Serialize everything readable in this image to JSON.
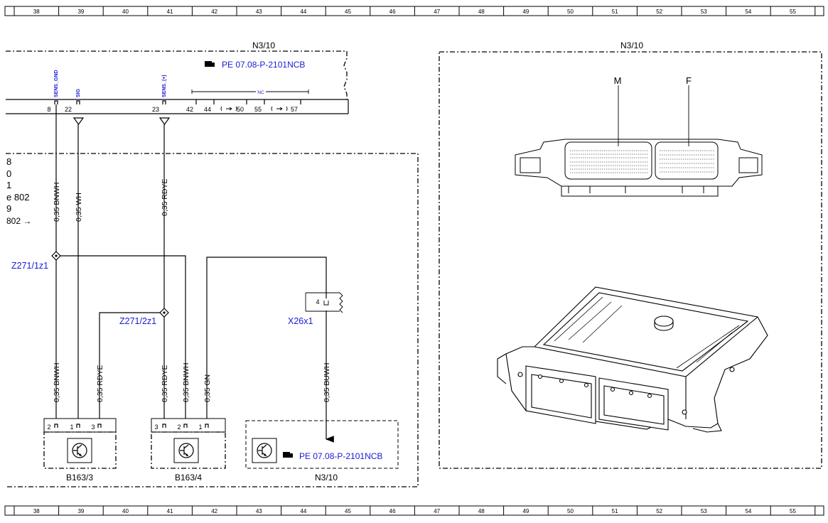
{
  "ruler": {
    "columns": [
      "38",
      "39",
      "40",
      "41",
      "42",
      "43",
      "44",
      "45",
      "46",
      "47",
      "48",
      "49",
      "50",
      "51",
      "52",
      "53",
      "54",
      "55"
    ]
  },
  "modules": {
    "ecu_label": "N3/10",
    "ecu_picture_label": "N3/10",
    "ecu_ref": "PE 07.08-P-2101NCB",
    "ecu_bottom_label": "N3/10",
    "ecu_bottom_ref": "PE 07.08-P-2101NCB",
    "sensor1": "B163/3",
    "sensor2": "B163/4",
    "connector_m": "M",
    "connector_f": "F"
  },
  "signals": {
    "sens_gnd": "SENS_GND",
    "sig": "SIG",
    "sens_plus": "SENS_(+)",
    "nc": "NC"
  },
  "pins": {
    "p8": "8",
    "p22": "22",
    "p23": "23",
    "p42": "42",
    "p44": "44",
    "p50": "50",
    "p55": "55",
    "p57": "57",
    "s1_2": "2",
    "s1_1": "1",
    "s1_3": "3",
    "s2_3": "3",
    "s2_2": "2",
    "s2_1": "1",
    "x26": "4"
  },
  "wires": {
    "w1": "0,35 BNWH",
    "w2": "0,35 WH",
    "w3": "0,35 RDYE",
    "w4": "0,35 BNWH",
    "w5": "0,35 RDYE",
    "w6": "0,35 RDYE",
    "w7": "0,35 BNWH",
    "w8": "0,35 GN",
    "w9": "0,35 BUWH"
  },
  "junctions": {
    "z1": "Z271/1z1",
    "z2": "Z271/2z1",
    "x26x1": "X26x1"
  },
  "left_refs": [
    "8",
    "0",
    "1",
    "e 802",
    "9",
    "802 →"
  ]
}
